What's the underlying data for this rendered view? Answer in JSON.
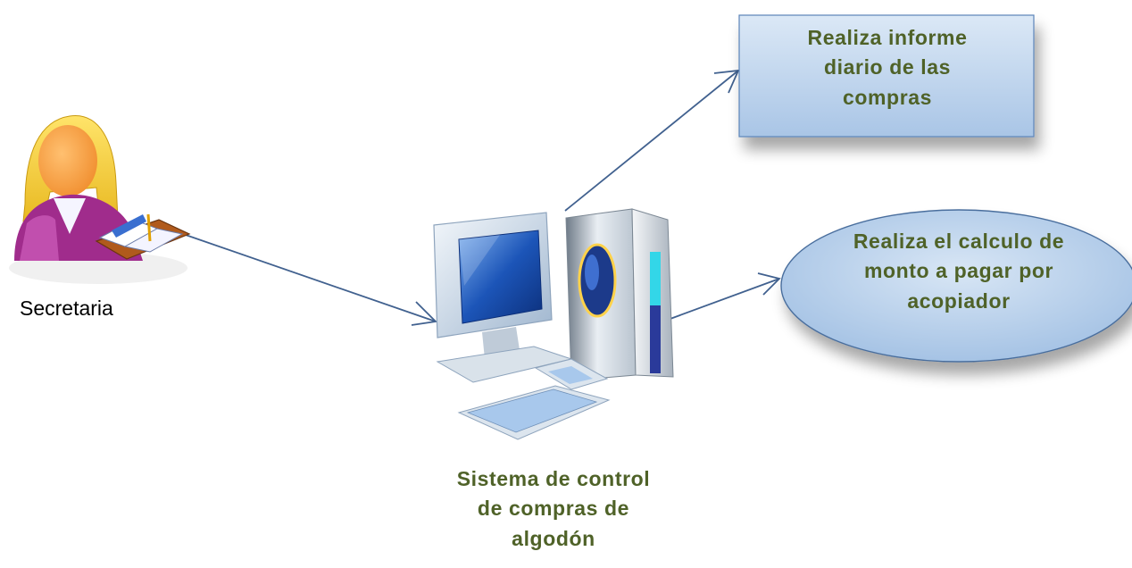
{
  "actor": {
    "label": "Secretaria"
  },
  "system": {
    "lines": [
      "Sistema de control",
      "de compras de",
      "algodón"
    ]
  },
  "outputs": [
    {
      "shape": "rectangle",
      "lines": [
        "Realiza informe",
        "diario de las",
        "compras"
      ]
    },
    {
      "shape": "ellipse",
      "lines": [
        "Realiza el calculo de",
        "monto a pagar por",
        "acopiador"
      ]
    }
  ],
  "colors": {
    "text": "#4f6228",
    "arrow": "#41618f",
    "box_fill": "#c7dcf0",
    "box_border": "#5b84b8",
    "ellipse_fill": "#bcd3ec",
    "ellipse_border": "#4a6e9d"
  },
  "icons": {
    "actor": "woman-with-book-icon",
    "system": "desktop-computer-icon"
  }
}
